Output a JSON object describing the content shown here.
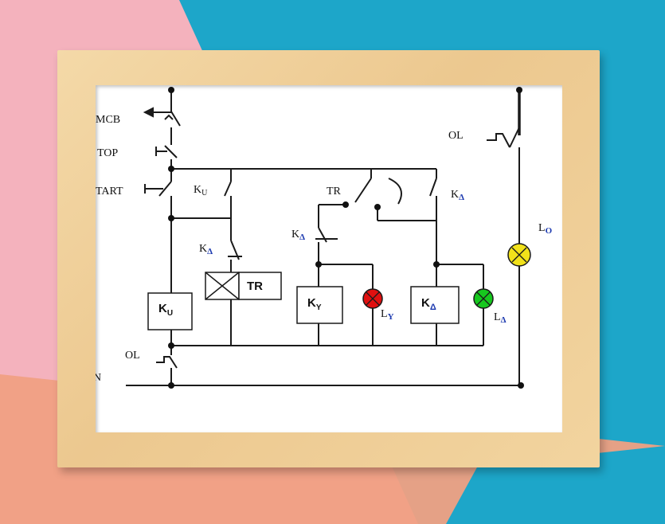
{
  "colors": {
    "wall_pink": "#f4b2bd",
    "wall_teal": "#1da6c9",
    "wall_peach": "#f0a083",
    "frame_wood": "#f0cf98",
    "wire": "#1a1a1a",
    "lamp_star": "#e01010",
    "lamp_delta": "#16c81e",
    "lamp_power": "#f2e21a",
    "subscript_blue": "#1e3bb0"
  },
  "diagram": {
    "labels": {
      "mcb": "MCB",
      "stop": "TOP",
      "start": "TART",
      "ku_contact": "K",
      "ku_contact_sub": "U",
      "tr_contact": "TR",
      "kd_contact_right": "K",
      "kd_contact_right_sub": "Δ",
      "kd_contact_left": "K",
      "kd_contact_left_sub": "Δ",
      "kd_contact_tr": "K",
      "kd_contact_tr_sub": "Δ",
      "ol_top": "OL",
      "ol_bottom": "OL",
      "neutral": "N",
      "coil_ku": "K",
      "coil_ku_sub": "U",
      "coil_tr": "TR",
      "coil_ky": "K",
      "coil_ky_sub": "Y",
      "coil_kd": "K",
      "coil_kd_sub": "Δ",
      "lamp_y": "L",
      "lamp_y_sub": "Y",
      "lamp_d": "L",
      "lamp_d_sub": "Δ",
      "lamp_o": "L",
      "lamp_o_sub": "O"
    }
  }
}
